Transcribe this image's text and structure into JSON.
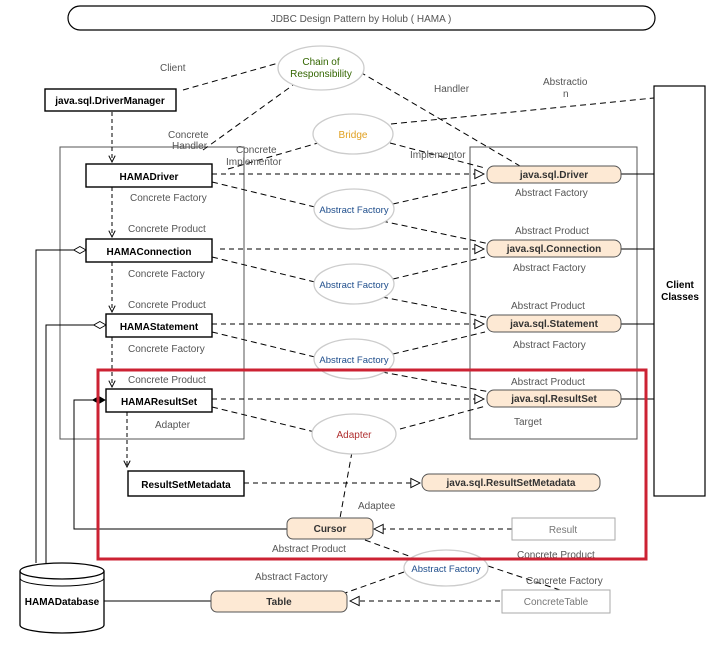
{
  "title": "JDBC Design Pattern by Holub ( HAMA )",
  "left_classes": {
    "driver_manager": "java.sql.DriverManager",
    "driver": "HAMADriver",
    "connection": "HAMAConnection",
    "statement": "HAMAStatement",
    "resultset": "HAMAResultSet",
    "metadata": "ResultSetMetadata"
  },
  "right_interfaces": {
    "driver": "java.sql.Driver",
    "connection": "java.sql.Connection",
    "statement": "java.sql.Statement",
    "resultset": "java.sql.ResultSet",
    "metadata": "java.sql.ResultSetMetadata"
  },
  "bottom": {
    "cursor": "Cursor",
    "result": "Result",
    "table": "Table",
    "concrete_table": "ConcreteTable",
    "database": "HAMADatabase"
  },
  "client_classes": "Client Classes",
  "patterns": {
    "chain": "Chain of Responsibility",
    "bridge": "Bridge",
    "af1": "Abstract Factory",
    "af2": "Abstract Factory",
    "af3": "Abstract Factory",
    "adapter": "Adapter",
    "af4": "Abstract Factory"
  },
  "role_labels": {
    "client": "Client",
    "handler": "Handler",
    "abstraction_1": "Abstractio",
    "abstraction_2": "n",
    "concrete_handler_1": "Concrete",
    "concrete_handler_2": "Handler",
    "concrete_implementor_1": "Concrete",
    "concrete_implementor_2": "Implementor",
    "implementor": "Implementor",
    "cf_1": "Concrete Factory",
    "af_r1": "Abstract Factory",
    "cp_1": "Concrete Product",
    "ap_r1": "Abstract Product",
    "cf_2": "Concrete Factory",
    "af_r2": "Abstract Factory",
    "cp_2": "Concrete Product",
    "ap_r2": "Abstract Product",
    "cf_3": "Concrete Factory",
    "af_r3": "Abstract Factory",
    "cp_3": "Concrete Product",
    "ap_r3": "Abstract Product",
    "adapter_role": "Adapter",
    "target": "Target",
    "adaptee": "Adaptee",
    "ap_bottom": "Abstract Product",
    "cp_bottom": "Concrete Product",
    "af_bottom": "Abstract Factory",
    "cf_bottom": "Concrete Factory"
  },
  "colors": {
    "highlight": "#cc2233",
    "interface_fill": "#fde9d4",
    "chain_text": "#336600",
    "bridge_text": "#e0a020",
    "af_text": "#1f4e8c",
    "adapter_text": "#b03030"
  }
}
